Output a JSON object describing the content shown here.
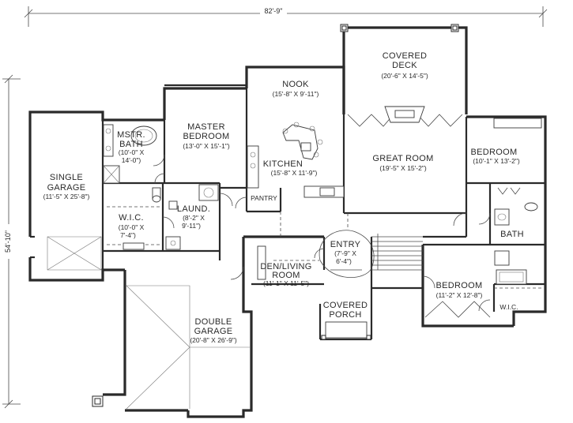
{
  "dimensions": {
    "overall_width": "82'-9\"",
    "overall_depth": "54'-10\""
  },
  "rooms": {
    "covered_deck": {
      "name_1": "COVERED",
      "name_2": "DECK",
      "size": "(20'-6\" X 14'-5\")"
    },
    "nook": {
      "name": "NOOK",
      "size": "(15'-8\" X 9'-11\")"
    },
    "master_bedroom": {
      "name_1": "MASTER",
      "name_2": "BEDROOM",
      "size": "(13'-0\" X 15'-1\")"
    },
    "master_bath": {
      "name_1": "MSTR.",
      "name_2": "BATH",
      "size_1": "(10'-0\" X",
      "size_2": "14'-0\")"
    },
    "kitchen": {
      "name": "KITCHEN",
      "size": "(15'-8\" X 11'-9\")"
    },
    "great_room": {
      "name": "GREAT ROOM",
      "size": "(19'-5\" X 15'-2\")"
    },
    "bedroom_2": {
      "name": "BEDROOM",
      "size": "(10'-1\" X 13'-2\")"
    },
    "single_garage": {
      "name_1": "SINGLE",
      "name_2": "GARAGE",
      "size": "(11'-5\" X 25'-8\")"
    },
    "pantry": {
      "name": "PANTRY"
    },
    "laundry": {
      "name": "LAUND.",
      "size_1": "(8'-2\" X",
      "size_2": "9'-11\")"
    },
    "wic_master": {
      "name": "W.I.C.",
      "size_1": "(10'-0\" X",
      "size_2": "7'-4\")"
    },
    "bath": {
      "name": "BATH"
    },
    "entry": {
      "name": "ENTRY",
      "size_1": "(7'-9\" X",
      "size_2": "6'-4\")"
    },
    "den": {
      "name_1": "DEN/LIVING",
      "name_2": "ROOM",
      "size": "(11'-1\" X 11'-5\")"
    },
    "bedroom_3": {
      "name": "BEDROOM",
      "size": "(11'-2\" X 12'-8\")"
    },
    "wic_bedroom": {
      "name": "W.I.C."
    },
    "covered_porch": {
      "name_1": "COVERED",
      "name_2": "PORCH"
    },
    "double_garage": {
      "name_1": "DOUBLE",
      "name_2": "GARAGE",
      "size": "(20'-8\" X 26'-9\")"
    }
  }
}
